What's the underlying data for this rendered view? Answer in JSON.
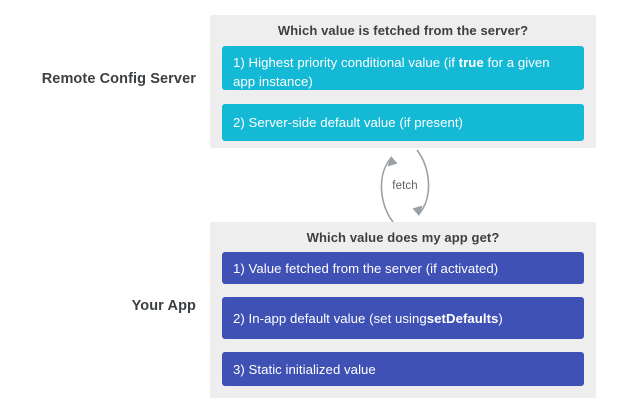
{
  "diagram": {
    "title_semantic": "firebase-remote-config-value-priority",
    "colors": {
      "background": "#ffffff",
      "panel": "#eeeeee",
      "server_chip": "#14b9d5",
      "app_chip": "#3f51b5",
      "label_text": "#3c4043",
      "chip_text": "#ffffff",
      "connector": "#9aa0a6"
    },
    "rows": [
      {
        "id": "remote-config-server",
        "label": "Remote Config Server"
      },
      {
        "id": "your-app",
        "label": "Your App"
      }
    ],
    "panels": [
      {
        "id": "server",
        "title": "Which value is fetched from the server?",
        "items": [
          {
            "id": "server-1",
            "prefix": "1) Highest priority conditional value (if ",
            "emphasis": "true",
            "suffix": " for a given app instance)",
            "full_text": "1) Highest priority conditional value (if true for a given app instance)"
          },
          {
            "id": "server-2",
            "prefix": "2) Server-side default value (if present)",
            "emphasis": "",
            "suffix": "",
            "full_text": "2) Server-side default value (if present)"
          }
        ]
      },
      {
        "id": "app",
        "title": "Which value does my app get?",
        "items": [
          {
            "id": "app-1",
            "prefix": "1) Value fetched from the server (if activated)",
            "emphasis": "",
            "suffix": "",
            "full_text": "1) Value fetched from the server (if activated)"
          },
          {
            "id": "app-2",
            "prefix": "2) In-app default value (set using ",
            "emphasis": "setDefaults",
            "suffix": ")",
            "full_text": "2) In-app default value (set using setDefaults)"
          },
          {
            "id": "app-3",
            "prefix": "3) Static initialized value",
            "emphasis": "",
            "suffix": "",
            "full_text": "3) Static initialized value"
          }
        ]
      }
    ],
    "connector": {
      "label": "fetch",
      "direction": "bidirectional",
      "from": "your-app",
      "to": "remote-config-server"
    }
  }
}
